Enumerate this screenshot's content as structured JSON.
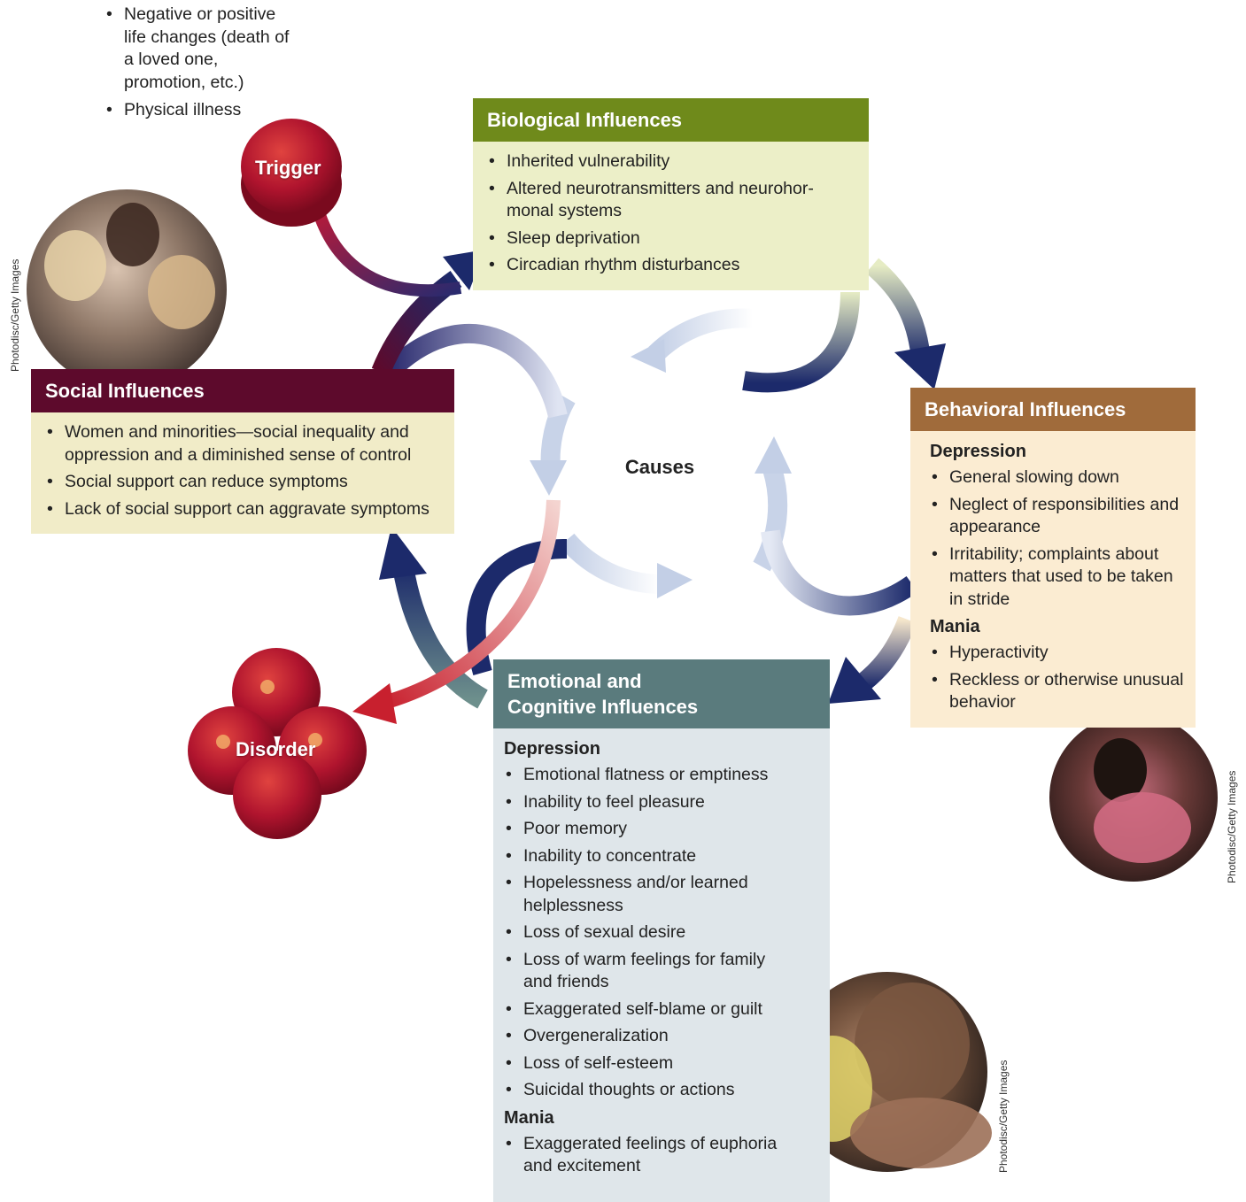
{
  "trigger_examples": [
    "Negative or positive life changes (death of a loved one, promotion, etc.)",
    "Physical illness"
  ],
  "trigger_label": "Trigger",
  "disorder_label": "Disorder",
  "center_label": "Causes",
  "biological": {
    "title": "Biological Influences",
    "items": [
      "Inherited vulnerability",
      "Altered neurotransmitters and neurohor-monal systems",
      "Sleep deprivation",
      "Circadian rhythm disturbances"
    ]
  },
  "social": {
    "title": "Social Influences",
    "items": [
      "Women and minorities—social inequality and oppression and a diminished sense of control",
      "Social support can reduce symptoms",
      "Lack of social support can aggravate symptoms"
    ]
  },
  "behavioral": {
    "title": "Behavioral Influences",
    "depression_heading": "Depression",
    "depression_items": [
      "General slowing down",
      "Neglect of responsibilities and appearance",
      "Irritability; complaints about matters that used to be taken in stride"
    ],
    "mania_heading": "Mania",
    "mania_items": [
      "Hyperactivity",
      "Reckless or otherwise unusual behavior"
    ]
  },
  "emotional": {
    "title_line1": "Emotional and",
    "title_line2": "Cognitive Influences",
    "depression_heading": "Depression",
    "depression_items": [
      "Emotional flatness or emptiness",
      "Inability to feel pleasure",
      "Poor memory",
      "Inability to concentrate",
      "Hopelessness and/or learned helplessness",
      "Loss of sexual desire",
      "Loss of warm feelings for family and friends",
      "Exaggerated self-blame or guilt",
      "Overgeneralization",
      "Loss of self-esteem",
      "Suicidal thoughts or actions"
    ],
    "mania_heading": "Mania",
    "mania_items": [
      "Exaggerated feelings of euphoria and excitement"
    ]
  },
  "photo_credit": "Photodisc/Getty Images",
  "colors": {
    "biological": "#6f8a1b",
    "social": "#5d0a2c",
    "behavioral": "#a06b3b",
    "emotional": "#5a7b7d",
    "arrow_navy": "#1c2a6b",
    "trigger_red": "#b5132d"
  }
}
